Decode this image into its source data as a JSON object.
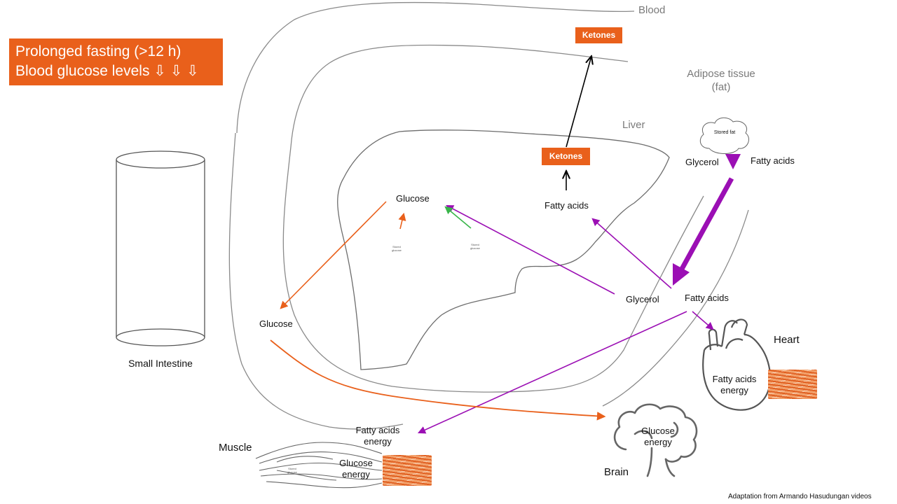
{
  "title": {
    "line1": "Prolonged fasting (>12 h)",
    "line2": "Blood glucose levels ⇩ ⇩ ⇩"
  },
  "regions": {
    "blood": "Blood",
    "adipose_line1": "Adipose tissue",
    "adipose_line2": "(fat)",
    "liver": "Liver",
    "small_intestine": "Small Intestine"
  },
  "adipose": {
    "stored_fat": "Stored fat",
    "glycerol": "Glycerol",
    "fatty_acids": "Fatty acids"
  },
  "blood_ketones": "Ketones",
  "liver": {
    "ketones": "Ketones",
    "fatty_acids": "Fatty acids",
    "glucose": "Glucose",
    "stored_glucose_1": "Stored glucose",
    "stored_glucose_2": "Stored glucose"
  },
  "circulation": {
    "glycerol": "Glycerol",
    "fatty_acids": "Fatty acids",
    "glucose": "Glucose"
  },
  "heart": {
    "label": "Heart",
    "energy_line1": "Fatty acids",
    "energy_line2": "energy"
  },
  "brain": {
    "label": "Brain",
    "energy_line1": "Glucose",
    "energy_line2": "energy"
  },
  "muscle": {
    "label": "Muscle",
    "fa_line1": "Fatty acids",
    "fa_line2": "energy",
    "glucose_line1": "Glucose",
    "glucose_line2": "energy",
    "stored_glucose": "Stored glucose"
  },
  "credit": "Adaptation from Armando Hasudungan videos",
  "colors": {
    "orange": "#e9601b",
    "purple": "#9b0fb4",
    "green": "#39b54a",
    "outline_gray": "#8a8a8a",
    "black": "#000000"
  }
}
